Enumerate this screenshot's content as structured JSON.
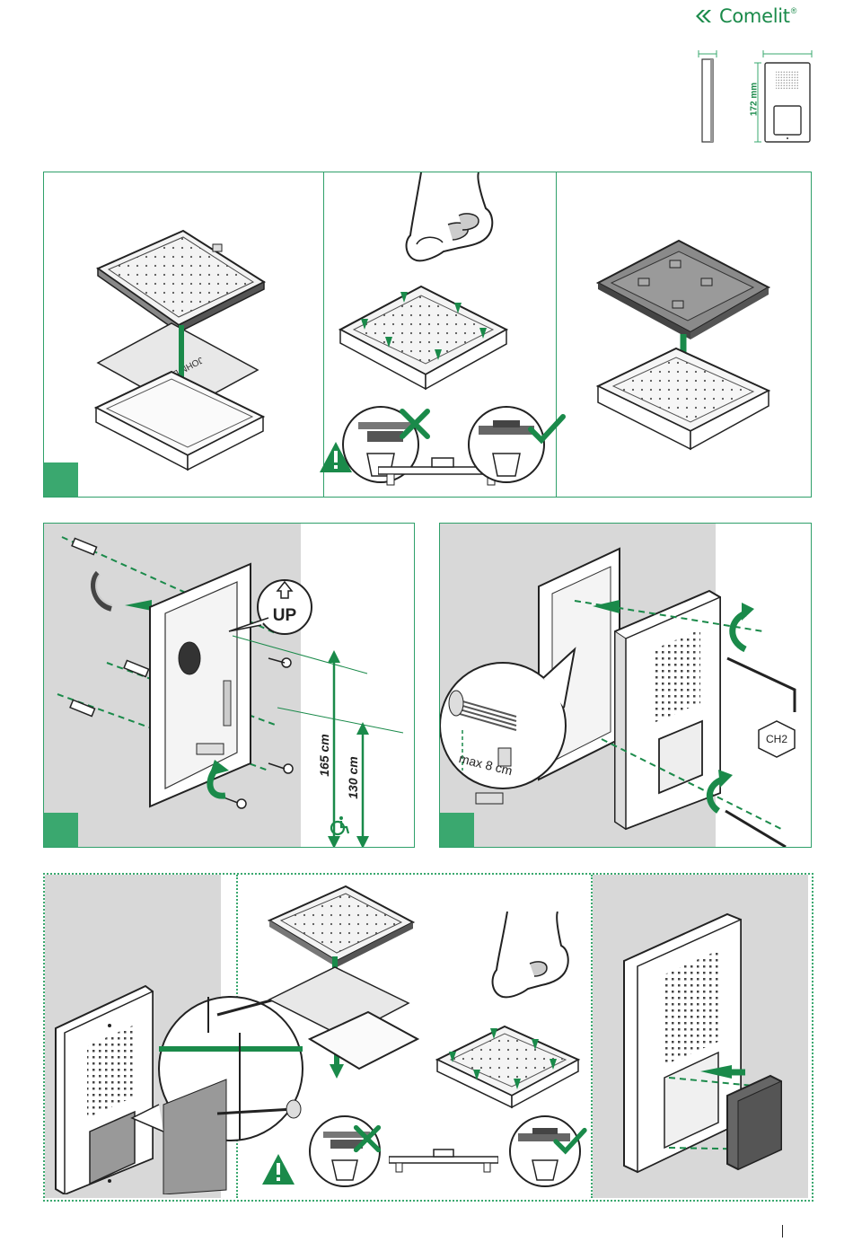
{
  "header": {
    "brand": "Comelit",
    "brand_mark": "®"
  },
  "dimensions": {
    "height_label": "172 mm"
  },
  "colors": {
    "accent": "#3aa86f",
    "brand": "#1a8a4a",
    "panel_gray": "#d8d8d8",
    "line": "#222222"
  },
  "panel2": {
    "up_label": "UP",
    "height_165": "165 cm",
    "height_130": "130 cm"
  },
  "panel3": {
    "max_label": "max 8 cm",
    "tool_label": "CH2"
  },
  "icons": [
    "warning-icon",
    "cross-icon",
    "check-icon",
    "wheelchair-icon",
    "up-arrow-icon",
    "rotate-arrow-icon",
    "hand-icon"
  ]
}
